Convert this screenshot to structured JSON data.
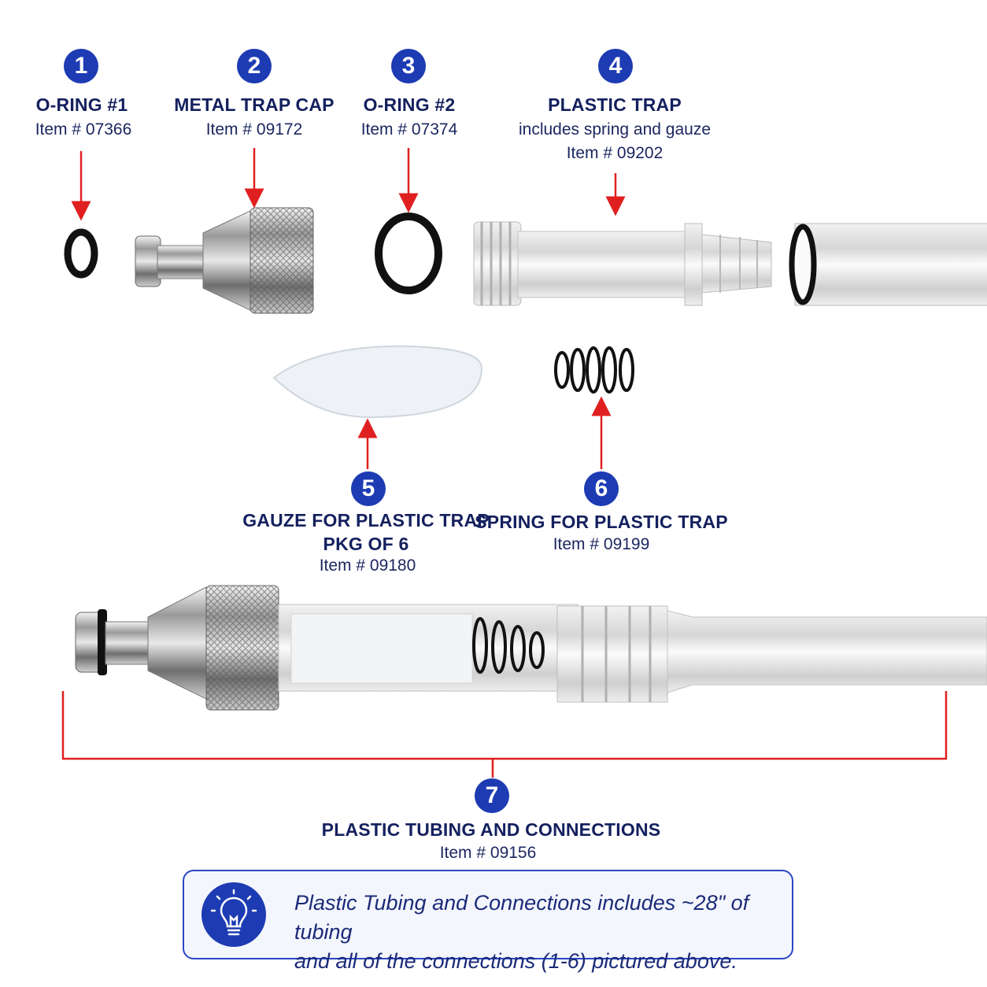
{
  "parts": [
    {
      "num": "1",
      "title": "O-RING #1",
      "item": "Item # 07366"
    },
    {
      "num": "2",
      "title": "METAL TRAP CAP",
      "item": "Item # 09172"
    },
    {
      "num": "3",
      "title": "O-RING #2",
      "item": "Item # 07374"
    },
    {
      "num": "4",
      "title": "PLASTIC TRAP",
      "desc": "includes spring and gauze",
      "item": "Item # 09202"
    },
    {
      "num": "5",
      "title": "GAUZE FOR PLASTIC TRAP",
      "title2": "PKG OF 6",
      "item": "Item # 09180"
    },
    {
      "num": "6",
      "title": "SPRING FOR PLASTIC TRAP",
      "item": "Item # 09199"
    },
    {
      "num": "7",
      "title": "PLASTIC TUBING AND CONNECTIONS",
      "item": "Item # 09156"
    }
  ],
  "note": {
    "line1": "Plastic Tubing  and Connections includes ~28\" of tubing",
    "line2": "and all of the connections (1-6) pictured above.",
    "icon": "lightbulb-icon"
  },
  "colors": {
    "badge": "#1d3bb3",
    "arrow": "#e02020",
    "text": "#14205e"
  }
}
